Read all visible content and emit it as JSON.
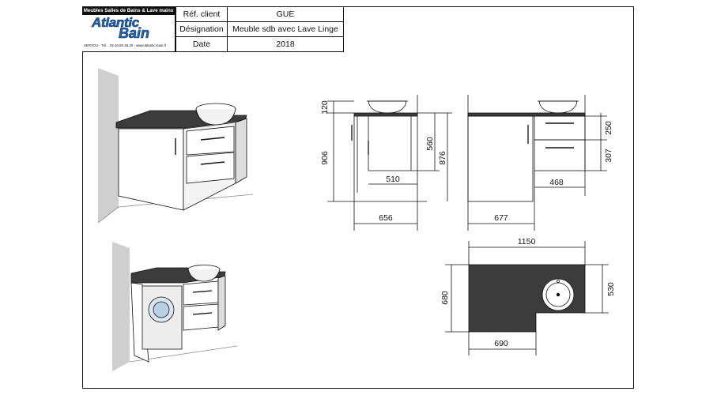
{
  "title_block": {
    "brand_line1": "Atlantic",
    "brand_line2": "Bain",
    "tagline": "Meubles Salles de Bains & Lave mains",
    "contact": "VERTOU - Tél. : 02.40.80.36.20 - www.atlantic-bain.fr",
    "rows": [
      {
        "label": "Réf. client",
        "value": "GUE"
      },
      {
        "label": "Désignation",
        "value": "Meuble sdb avec Lave Linge"
      },
      {
        "label": "Date",
        "value": "2018"
      }
    ]
  },
  "dimensions": {
    "side_top_thickness": "120",
    "side_total_height": "906",
    "side_inner_height": "876",
    "side_drawer_height": "560",
    "side_inner_depth": "510",
    "side_depth": "656",
    "front_top_drawer": "250",
    "front_bottom_drawer": "307",
    "front_drawer_width": "468",
    "front_door_width": "677",
    "plan_width": "1150",
    "plan_depth_left": "680",
    "plan_depth_right": "530",
    "plan_cut_width": "690"
  },
  "colors": {
    "worktop": "#3c3c3c",
    "wall": "#cfcfcf",
    "line": "#111111",
    "brand_blue": "#1f66b8"
  }
}
